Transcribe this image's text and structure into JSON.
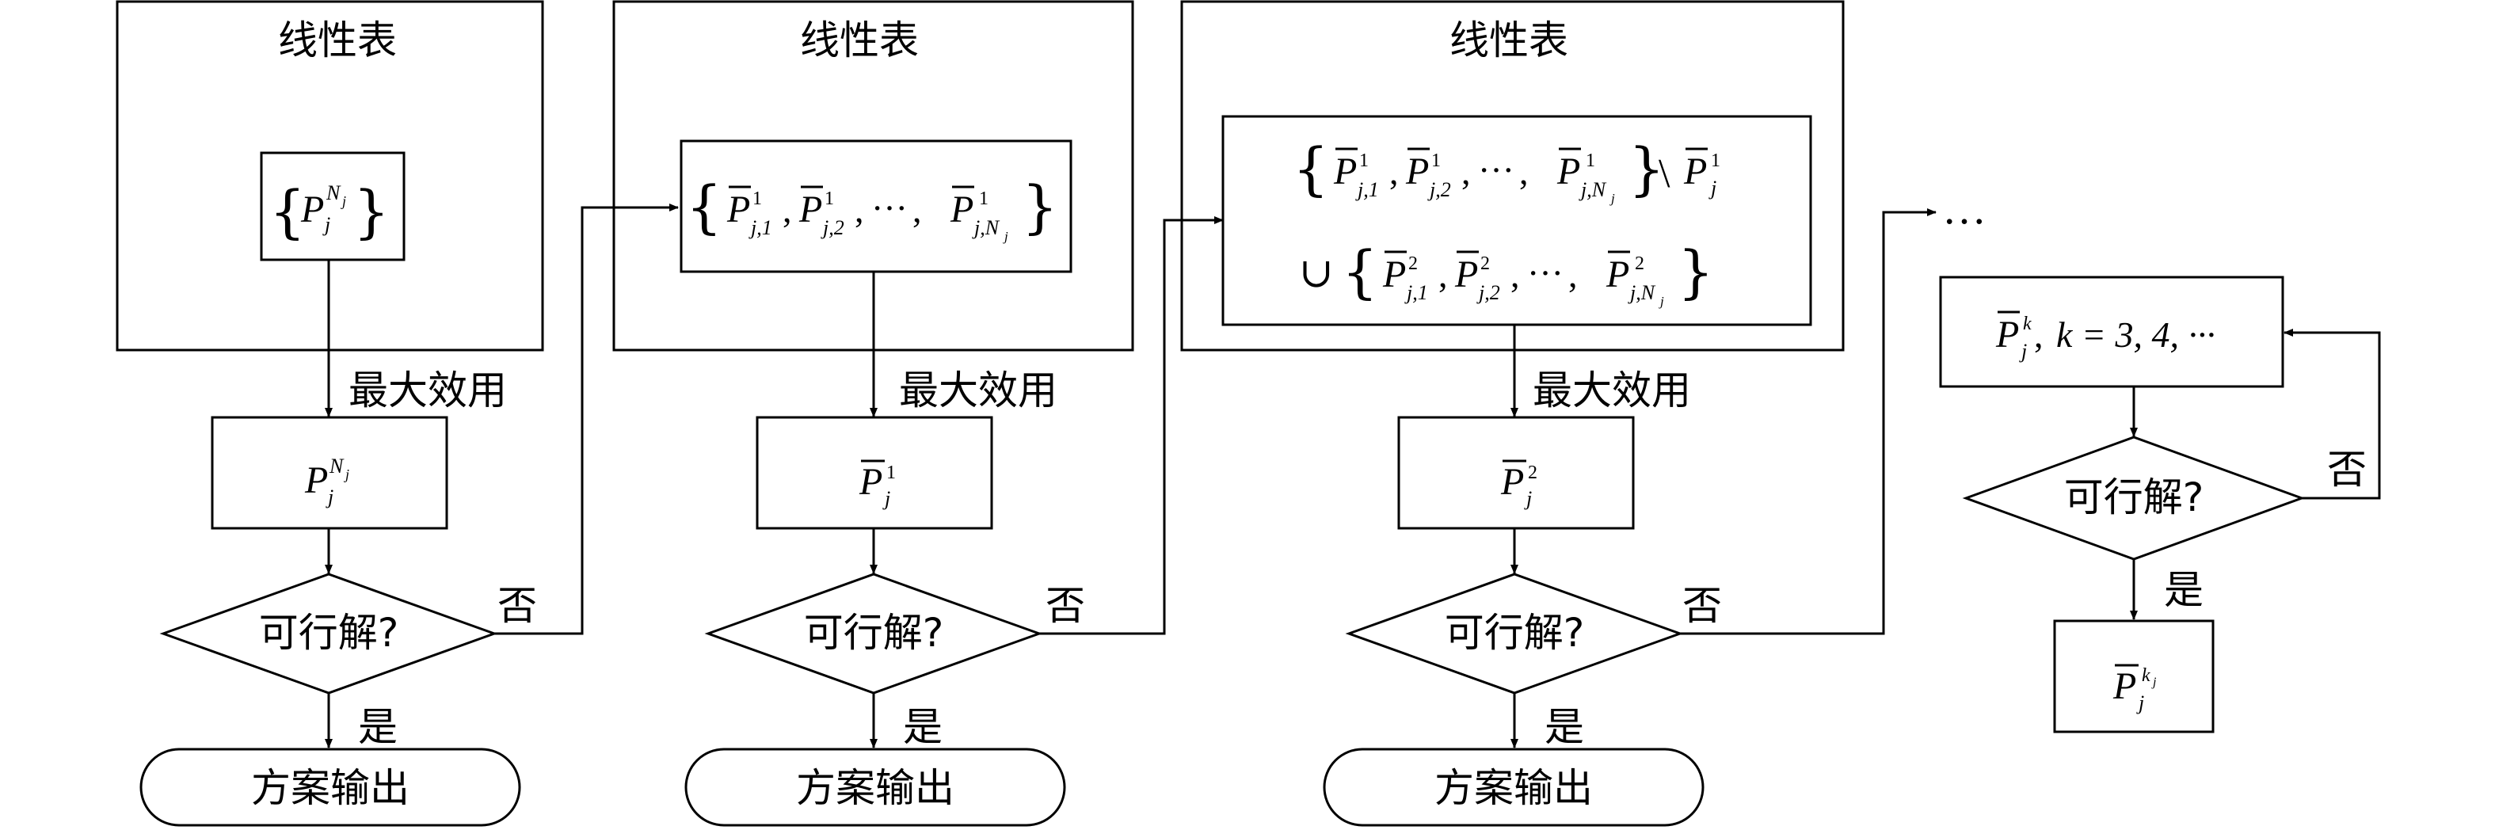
{
  "linear_table_label": "线性表",
  "max_utility_label": "最大效用",
  "feasible_question": "可行解?",
  "yes_label": "是",
  "no_label": "否",
  "output_label": "方案输出",
  "ellipsis": "…",
  "math": {
    "P": "P",
    "j": "j",
    "N": "N",
    "one": "1",
    "two": "2",
    "k": "k",
    "j1": "j,1",
    "j2": "j,2",
    "jN": "j,N",
    "comma": ",",
    "dots": "···",
    "setminus": "\\",
    "cup": "∪",
    "lbrace": "{",
    "rbrace": "}",
    "k_values": "k = 3, 4, ···"
  }
}
